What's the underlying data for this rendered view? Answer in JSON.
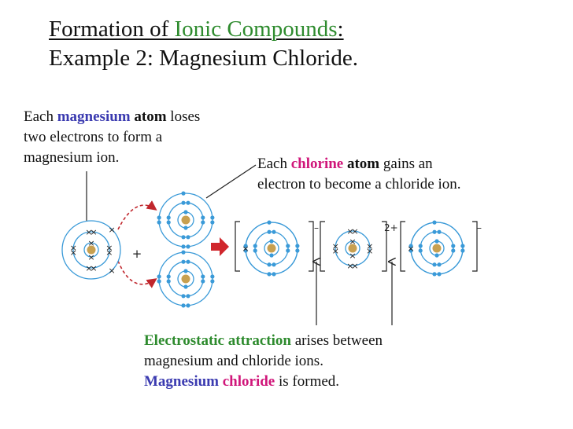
{
  "title": {
    "line1_prefix": "Formation of ",
    "line1_highlight": "Ionic Compounds",
    "line1_suffix": ":",
    "line2": "Example 2: Magnesium Chloride."
  },
  "mg_caption": {
    "l1_pre": "Each ",
    "l1_mg": "magnesium",
    "l1_atom": "atom",
    "l1_post": " loses",
    "l2": "two electrons to form a",
    "l3": "magnesium ion."
  },
  "cl_caption": {
    "l1_pre": "Each ",
    "l1_cl": "chlorine",
    "l1_atom": "atom",
    "l1_post": " gains an",
    "l2": "electron to become a chloride ion."
  },
  "bottom_caption": {
    "l1_bold": "Electrostatic attraction",
    "l1_post": " arises between",
    "l2": "magnesium and chloride ions.",
    "l3_mg": "Magnesium",
    "l3_cl": "chloride",
    "l3_post": " is formed."
  },
  "diagram_text": {
    "plus_sign": "+",
    "charge_left": "–",
    "charge_mid": "2+",
    "charge_right": "–"
  },
  "colors": {
    "nucleus": "#c8a050",
    "electron": "#3a9ad8",
    "shell": "#3a9ad8",
    "transfer_arrow": "#c0262c",
    "reaction_arrow": "#d0262c"
  }
}
